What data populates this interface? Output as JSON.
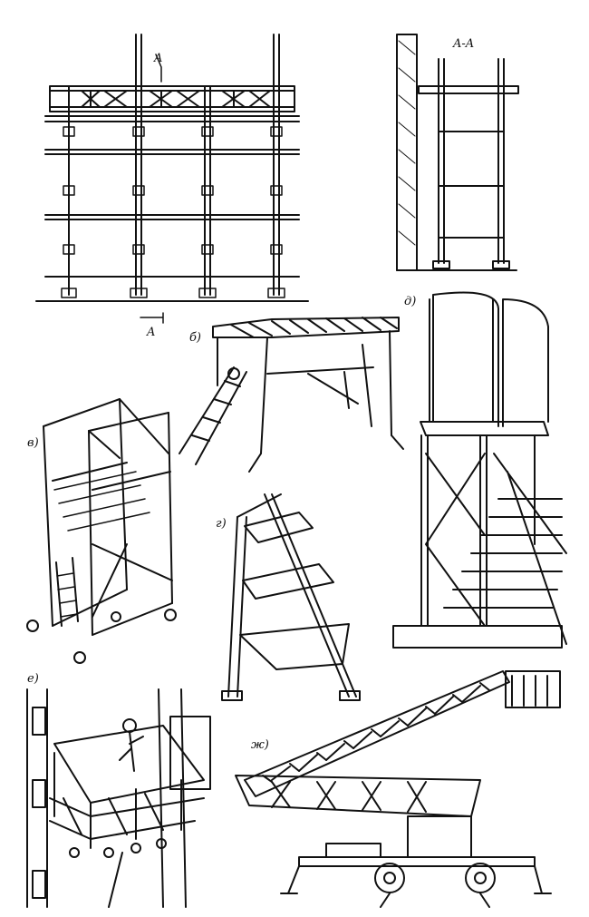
{
  "labels": {
    "section_marker_top": "A",
    "section_marker_bottom": "A",
    "section_title": "A-A",
    "b": "б)",
    "v": "в)",
    "g": "г)",
    "d": "д)",
    "e": "е)",
    "zh": "ж)"
  },
  "colors": {
    "ink": "#111111",
    "paper": "#ffffff"
  }
}
